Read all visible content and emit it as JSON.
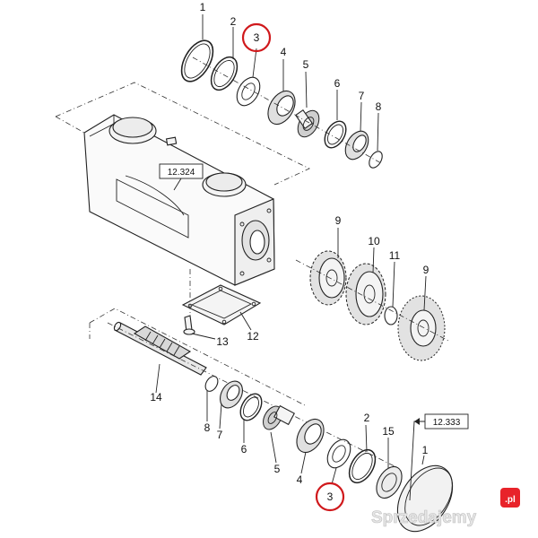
{
  "diagram": {
    "part_numbers": {
      "p1_top": "1",
      "p2_top": "2",
      "p3_top": "3",
      "p4": "4",
      "p5_top": "5",
      "p6_top": "6",
      "p7_top": "7",
      "p8_top": "8",
      "p9_a": "9",
      "p10": "10",
      "p11": "11",
      "p9_b": "9",
      "p12": "12",
      "p13": "13",
      "p14": "14",
      "p8_bot": "8",
      "p7_bot": "7",
      "p6_bot": "6",
      "p5_bot": "5",
      "p2_bot": "2",
      "p15": "15",
      "p1_bot": "1",
      "p3_bot": "3"
    },
    "references": {
      "housing": "12.324",
      "cover": "12.333"
    },
    "highlight_color": "#d0191c"
  },
  "watermark": {
    "text": "Sprzedajemy",
    "suffix": ".pl",
    "badge_color": "#e8232a"
  }
}
